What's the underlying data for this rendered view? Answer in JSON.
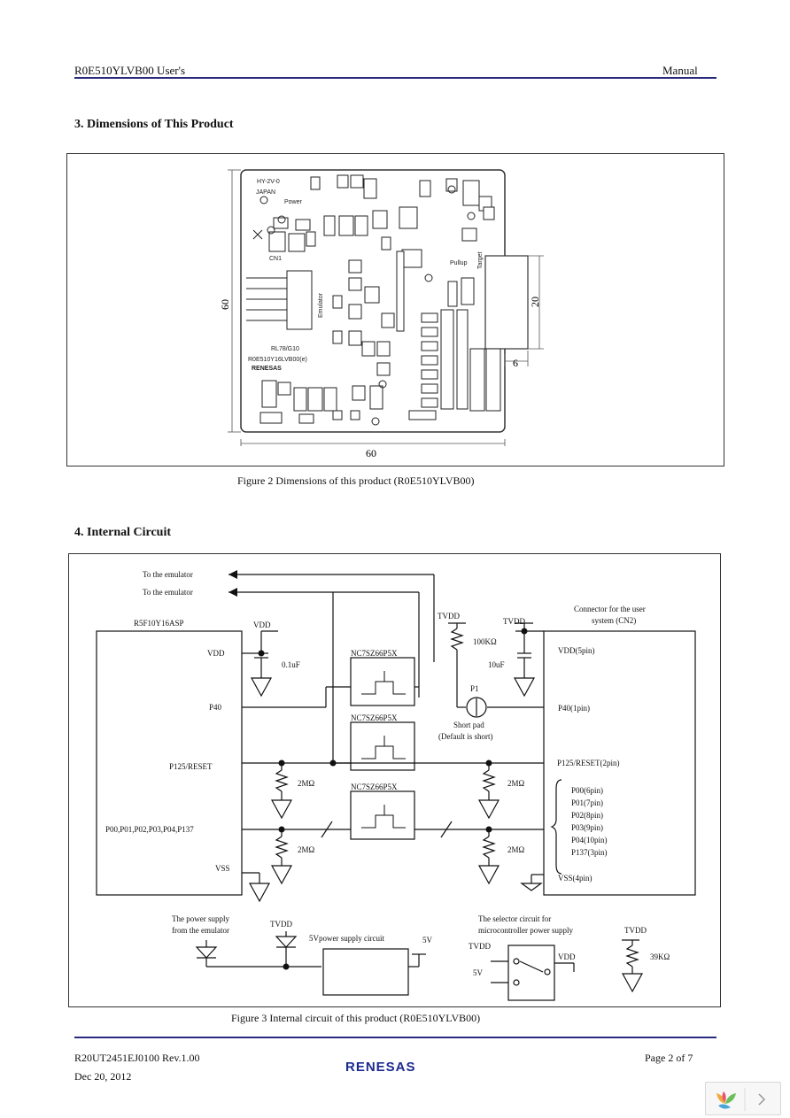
{
  "header": {
    "doc_left": "R0E510YLVB00 User's",
    "doc_right": "Manual"
  },
  "section3": {
    "title": "3.  Dimensions of This Product"
  },
  "figure2": {
    "caption": "Figure 2      Dimensions of this product (R0E510YLVB00)",
    "dim_height": "60",
    "dim_width": "60",
    "dim_connector": "20",
    "dim_offset": "6",
    "board_labels": {
      "hy": "HY-2V-0",
      "japan": "JAPAN",
      "model": "RL78/G10",
      "part": "R0E510Y16LVB00(e)",
      "brand": "RENESAS",
      "power": "Power",
      "pullup": "Pullup",
      "emulator": "Emulator",
      "target": "Target",
      "cn1": "CN1"
    }
  },
  "section4": {
    "title": "4. Internal        Circuit"
  },
  "figure3": {
    "caption": "Figure 3      Internal circuit of this product (R0E510YLVB00)",
    "to_emulator_1": "To the emulator",
    "to_emulator_2": "To the emulator",
    "mcu_name": "R5F10Y16ASP",
    "mcu_vdd": "VDD",
    "mcu_p40": "P40",
    "mcu_p125": "P125/RESET",
    "mcu_ports": "P00,P01,P02,P03,P04,P137",
    "mcu_vss": "VSS",
    "vdd_top": "VDD",
    "cap_01": "0.1uF",
    "buf1": "NC7SZ66P5X",
    "buf2": "NC7SZ66P5X",
    "buf3": "NC7SZ66P5X",
    "res_2m_1": "2MΩ",
    "res_2m_2": "2MΩ",
    "res_2m_3": "2MΩ",
    "res_2m_4": "2MΩ",
    "tvdd_1": "TVDD",
    "res_100k": "100KΩ",
    "tvdd_2": "TVDD",
    "cap_10": "10uF",
    "p1": "P1",
    "short_pad": "Short pad",
    "default_short": "(Default is short)",
    "conn_title_1": "Connector for the user",
    "conn_title_2": "system (CN2)",
    "conn_vdd": "VDD(5pin)",
    "conn_p40": "P40(1pin)",
    "conn_p125": "P125/RESET(2pin)",
    "conn_pins": [
      "P00(6pin)",
      "P01(7pin)",
      "P02(8pin)",
      "P03(9pin)",
      "P04(10pin)",
      "P137(3pin)"
    ],
    "conn_vss": "VSS(4pin)",
    "ps_title_1": "The power supply",
    "ps_title_2": "from the emulator",
    "tvdd_3": "TVDD",
    "ps5v_box": "5Vpower supply circuit",
    "v5_out": "5V",
    "sel_title_1": "The selector circuit for",
    "sel_title_2": "microcontroller power supply",
    "sel_tvdd": "TVDD",
    "sel_5v": "5V",
    "sel_vdd": "VDD",
    "tvdd_4": "TVDD",
    "res_39k": "39KΩ"
  },
  "footer": {
    "docnum": "R20UT2451EJ0100    Rev.1.00",
    "date": "Dec 20, 2012",
    "page": "Page 2 of 7",
    "logo": "RENESAS"
  },
  "colors": {
    "rule": "#2a2b7d",
    "logo": "#1b2a8f"
  }
}
